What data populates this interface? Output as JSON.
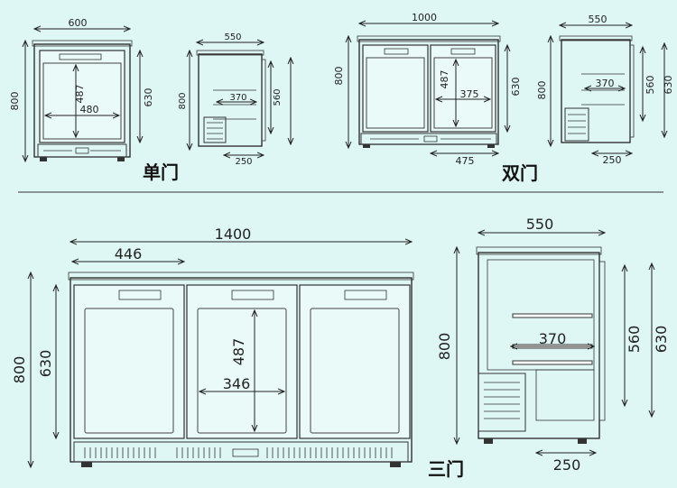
{
  "captions": {
    "single": "单门",
    "double": "双门",
    "triple": "三门"
  },
  "single_front": {
    "width": "600",
    "height": "800",
    "door_height": "630",
    "inner_height": "487",
    "inner_width": "480"
  },
  "single_side": {
    "depth": "550",
    "height": "800",
    "shelf": "370",
    "inner": "560",
    "base": "250"
  },
  "double_front": {
    "width": "1000",
    "height": "800",
    "door_height": "630",
    "inner_height": "487",
    "inner_width": "375",
    "base": "475"
  },
  "double_side": {
    "depth": "550",
    "height": "800",
    "shelf": "370",
    "inner": "560",
    "door_height": "630",
    "base": "250"
  },
  "triple_front": {
    "width": "1400",
    "door_width": "446",
    "height": "800",
    "door_height": "630",
    "inner_height": "487",
    "inner_width": "346"
  },
  "triple_side": {
    "depth": "550",
    "height": "800",
    "shelf": "370",
    "inner": "560",
    "door_height": "630",
    "base": "250"
  }
}
